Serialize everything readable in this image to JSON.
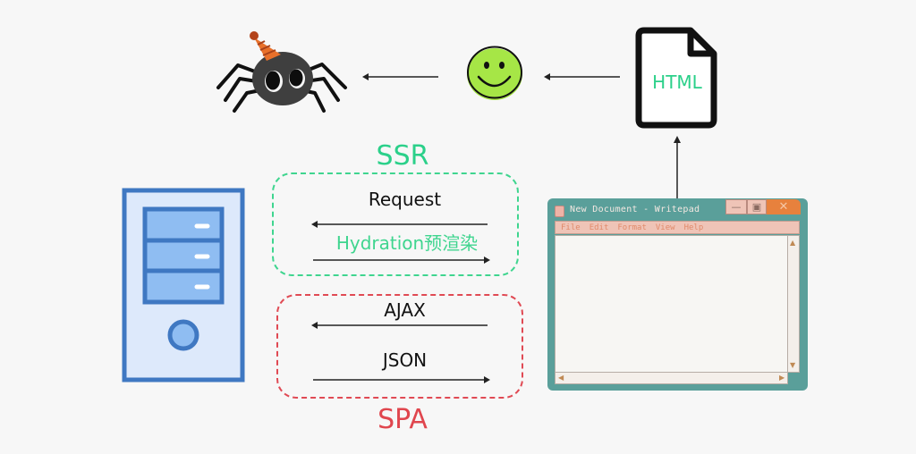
{
  "diagram": {
    "ssr": {
      "title": "SSR",
      "request_label": "Request",
      "hydration_label": "Hydration预渲染",
      "color": "#2bd08a"
    },
    "spa": {
      "title": "SPA",
      "ajax_label": "AJAX",
      "json_label": "JSON",
      "color": "#e0464e"
    },
    "html_file": {
      "label": "HTML"
    },
    "icons": {
      "spider": "spider-with-party-hat-icon",
      "smiley": "smiley-face-icon",
      "file": "html-file-icon",
      "server": "server-tower-icon"
    }
  },
  "window": {
    "title": "New Document - Writepad",
    "menu": [
      "File",
      "Edit",
      "Format",
      "View",
      "Help"
    ],
    "buttons": {
      "minimize": "—",
      "maximize": "▣",
      "close": "✕"
    },
    "scroll_arrows": {
      "up": "▲",
      "down": "▼",
      "left": "◀",
      "right": "▶"
    },
    "accent": "#5a9f9a",
    "close_color": "#e7813d"
  }
}
